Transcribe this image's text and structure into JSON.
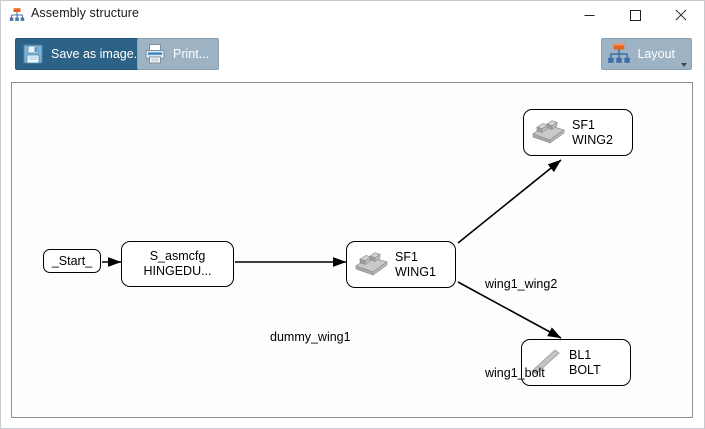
{
  "window": {
    "title": "Assembly structure",
    "icon": "hierarchy-icon",
    "controls": {
      "minimize": "minimize-icon",
      "maximize": "maximize-icon",
      "close": "close-icon"
    }
  },
  "toolbar": {
    "save_label": "Save as image...",
    "save_icon": "floppy-disk-icon",
    "print_label": "Print...",
    "print_icon": "printer-icon",
    "layout_label": "Layout",
    "layout_icon": "hierarchy-icon",
    "layout_caret": "chevron-down-icon",
    "colors": {
      "save_bg": "#2b6286",
      "print_bg": "#9db3c4",
      "layout_bg": "#9db3c4",
      "label_color": "#ffffff"
    }
  },
  "graph": {
    "nodes": [
      {
        "id": "start",
        "label_line1": "_Start_",
        "label_line2": "",
        "icon": "none"
      },
      {
        "id": "asmcfg",
        "label_line1": "S_asmcfg",
        "label_line2": "HINGEDU...",
        "icon": "none"
      },
      {
        "id": "wing1",
        "label_line1": "SF1",
        "label_line2": "WING1",
        "icon": "hinge-part-icon"
      },
      {
        "id": "wing2",
        "label_line1": "SF1",
        "label_line2": "WING2",
        "icon": "hinge-part-icon"
      },
      {
        "id": "bolt",
        "label_line1": "BL1",
        "label_line2": "BOLT",
        "icon": "bolt-part-icon"
      }
    ],
    "edges": [
      {
        "from": "start",
        "to": "asmcfg",
        "label": ""
      },
      {
        "from": "asmcfg",
        "to": "wing1",
        "label": "dummy_wing1"
      },
      {
        "from": "wing1",
        "to": "wing2",
        "label": "wing1_wing2"
      },
      {
        "from": "wing1",
        "to": "bolt",
        "label": "wing1_bolt"
      }
    ],
    "colors": {
      "node_border": "#000000",
      "node_fill": "#ffffff",
      "edge": "#000000",
      "canvas_bg": "#fdfdfd",
      "canvas_border": "#8b9099"
    }
  }
}
